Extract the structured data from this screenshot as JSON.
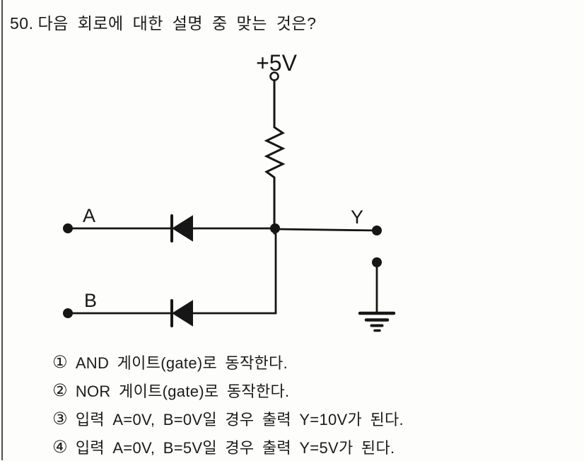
{
  "question": {
    "number": "50.",
    "text": "다음 회로에 대한 설명 중 맞는 것은?"
  },
  "circuit": {
    "supply_label": "+5V",
    "input_a_label": "A",
    "input_b_label": "B",
    "output_label": "Y",
    "line_color": "#161616",
    "components": [
      "supply-terminal",
      "resistor",
      "diode-a",
      "diode-b",
      "output-node",
      "ground"
    ]
  },
  "options": [
    {
      "num": "①",
      "text": "AND 게이트(gate)로 동작한다."
    },
    {
      "num": "②",
      "text": "NOR 게이트(gate)로 동작한다."
    },
    {
      "num": "③",
      "text": "입력 A=0V, B=0V일 경우 출력 Y=10V가 된다."
    },
    {
      "num": "④",
      "text": "입력 A=0V, B=5V일 경우 출력 Y=5V가 된다."
    }
  ]
}
